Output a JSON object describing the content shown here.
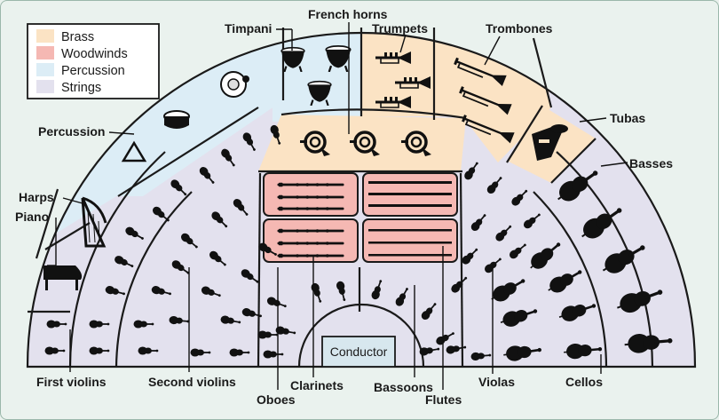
{
  "legend": [
    {
      "label": "Brass",
      "color": "#fbe3c4"
    },
    {
      "label": "Woodwinds",
      "color": "#f5b8b3"
    },
    {
      "label": "Percussion",
      "color": "#dcedf6"
    },
    {
      "label": "Strings",
      "color": "#e3e1ee"
    }
  ],
  "conductor": {
    "label": "Conductor",
    "color": "#d7e7ee"
  },
  "labels": {
    "timpani": "Timpani",
    "french_horns": "French horns",
    "trumpets": "Trumpets",
    "trombones": "Trombones",
    "tubas": "Tubas",
    "basses": "Basses",
    "percussion": "Percussion",
    "harps": "Harps",
    "piano": "Piano",
    "first_violins": "First violins",
    "second_violins": "Second violins",
    "oboes": "Oboes",
    "clarinets": "Clarinets",
    "bassoons": "Bassoons",
    "flutes": "Flutes",
    "violas": "Violas",
    "cellos": "Cellos"
  },
  "colors": {
    "brass": "#fbe3c4",
    "woodwinds": "#f5b8b3",
    "percussion": "#dcedf6",
    "strings": "#e3e1ee",
    "stage_background": "#eaf2ee",
    "outline": "#1a1a1a"
  },
  "icons": [
    "violin-icon",
    "viola-icon",
    "cello-icon",
    "bass-icon",
    "harp-icon",
    "piano-icon",
    "timpani-icon",
    "french-horn-icon",
    "trumpet-icon",
    "trombone-icon",
    "tuba-icon",
    "snare-drum-icon",
    "gong-icon",
    "triangle-icon",
    "flute-icon",
    "oboe-icon",
    "clarinet-icon",
    "bassoon-icon"
  ]
}
